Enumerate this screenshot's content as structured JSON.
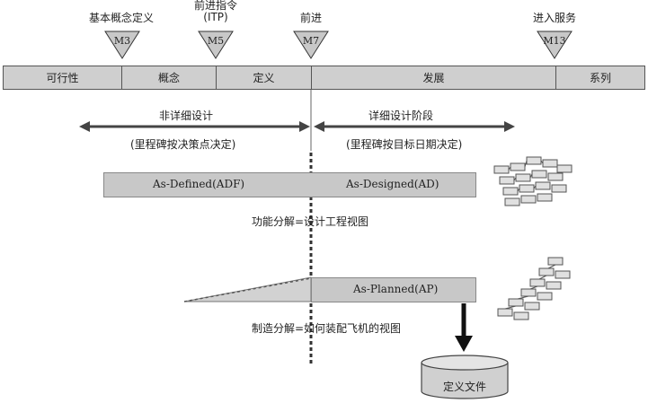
{
  "milestones": [
    {
      "code": "M3",
      "label_lines": [
        "基本概念定义"
      ]
    },
    {
      "code": "M5",
      "label_lines": [
        "前进指令",
        "(ITP)"
      ]
    },
    {
      "code": "M7",
      "label_lines": [
        "前进"
      ]
    },
    {
      "code": "M13",
      "label_lines": [
        "进入服务"
      ]
    }
  ],
  "phases": [
    "可行性",
    "概念",
    "定义",
    "发展",
    "系列"
  ],
  "design_stages": {
    "left": {
      "title": "非详细设计",
      "note": "(里程碑按决策点决定)"
    },
    "right": {
      "title": "详细设计阶段",
      "note": "(里程碑按目标日期决定)"
    }
  },
  "views": {
    "adf": "As-Defined(ADF)",
    "ad": "As-Designed(AD)",
    "functional_caption": "功能分解=设计工程视图",
    "ap": "As-Planned(AP)",
    "manufacturing_caption": "制造分解=如何装配飞机的视图"
  },
  "document": {
    "label": "定义文件"
  }
}
